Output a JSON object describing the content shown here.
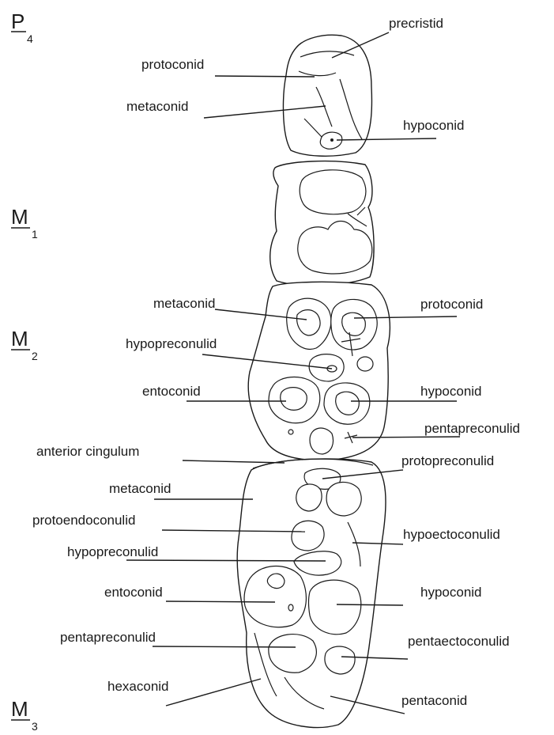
{
  "teeth": [
    {
      "letter": "P",
      "sub": "4"
    },
    {
      "letter": "M",
      "sub": "1"
    },
    {
      "letter": "M",
      "sub": "2"
    },
    {
      "letter": "M",
      "sub": "3"
    }
  ],
  "labels": {
    "p4_precristid": "precristid",
    "p4_protoconid": "protoconid",
    "p4_metaconid": "metaconid",
    "p4_hypoconid": "hypoconid",
    "m2_metaconid": "metaconid",
    "m2_protoconid": "protoconid",
    "m2_hypopreconulid": "hypopreconulid",
    "m2_entoconid": "entoconid",
    "m2_hypoconid": "hypoconid",
    "m2_pentapreconulid": "pentapreconulid",
    "m3_anterior_cingulum": "anterior cingulum",
    "m3_protopreconulid": "protopreconulid",
    "m3_metaconid": "metaconid",
    "m3_protoendoconulid": "protoendoconulid",
    "m3_hypoectoconulid": "hypoectoconulid",
    "m3_hypopreconulid": "hypopreconulid",
    "m3_entoconid": "entoconid",
    "m3_hypoconid": "hypoconid",
    "m3_pentapreconulid": "pentapreconulid",
    "m3_pentaectoconulid": "pentaectoconulid",
    "m3_hexaconid": "hexaconid",
    "m3_pentaconid": "pentaconid"
  }
}
